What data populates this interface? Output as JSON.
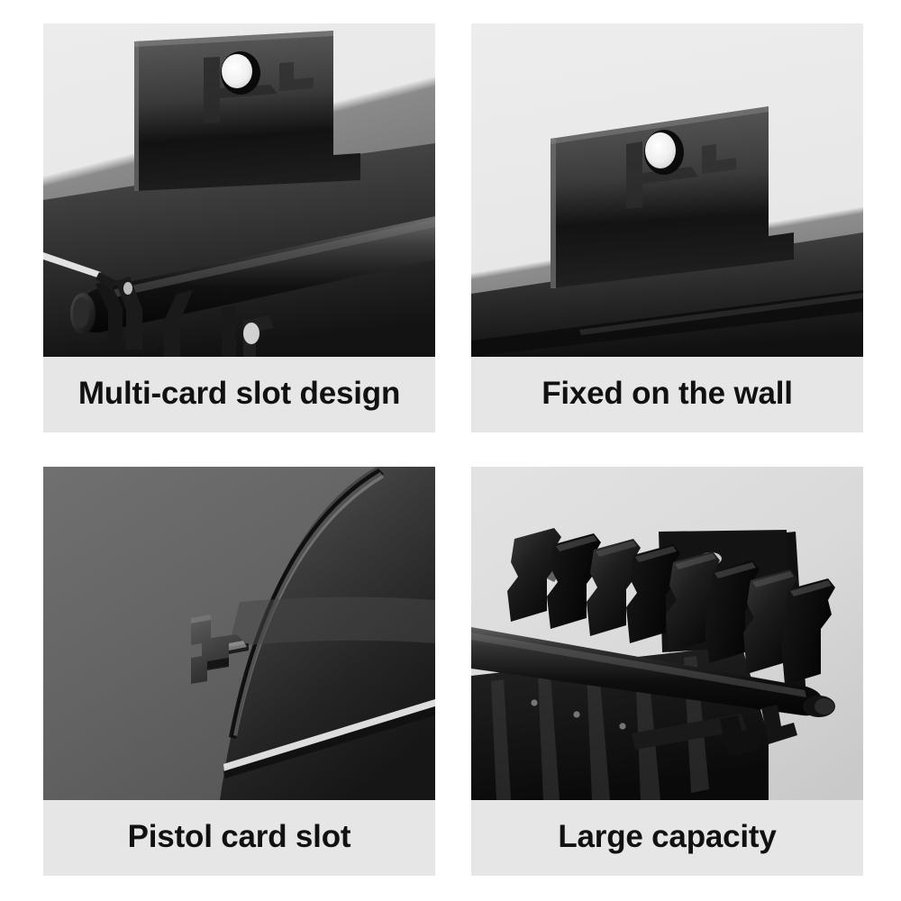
{
  "page": {
    "background_color": "#ffffff",
    "layout": "2x2 product feature grid",
    "panel_background_color": "#e6e6e6",
    "caption_text_color": "#111111"
  },
  "panels": [
    {
      "id": "multi-card-slot-design",
      "caption": "Multi-card slot design",
      "image_alt": "Close-up of black steel wall bracket with mounting hole, horizontal rod and multiple notched card slots",
      "scene": {
        "backdrop_color": "#6a6a6a",
        "metal_color": "#1c1c1c",
        "highlight_color": "#b9b9b9",
        "hole_color": "#f2f2f2"
      }
    },
    {
      "id": "fixed-on-the-wall",
      "caption": "Fixed on the wall",
      "image_alt": "Black steel mounting plate with a single screw hole fixed against a light wall",
      "scene": {
        "backdrop_color": "#e8e8e8",
        "metal_color": "#2a2a2a",
        "highlight_color": "#c8c8c8",
        "hole_color": "#f4f4f4"
      }
    },
    {
      "id": "pistol-card-slot",
      "caption": "Pistol card slot",
      "image_alt": "Macro close-up of a stepped pistol-shaped card slot notch on a dark curved panel",
      "scene": {
        "backdrop_color": "#616161",
        "metal_color": "#2b2b2b",
        "highlight_color": "#d2d2d2",
        "hole_color": "#3a3a3a"
      }
    },
    {
      "id": "large-capacity",
      "caption": "Large capacity",
      "image_alt": "Angled view of the full rack showing eight pistol-shaped slot fins mounted on a round bar",
      "scene": {
        "backdrop_color": "#dcdcdc",
        "metal_color": "#141414",
        "highlight_color": "#9a9a9a",
        "hole_color": "#cfcfcf",
        "slot_count": 8
      }
    }
  ]
}
